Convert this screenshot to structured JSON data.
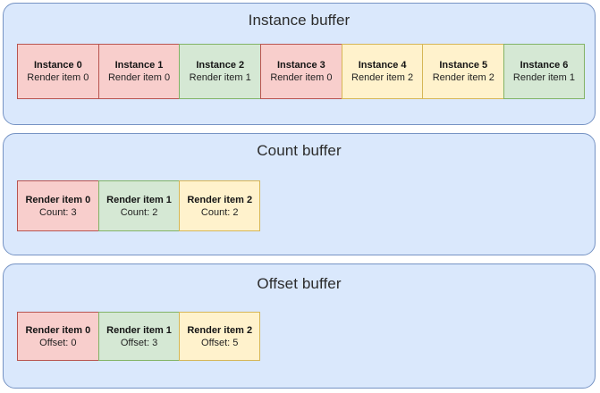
{
  "colors": {
    "panel_fill": "#dae8fc",
    "panel_border": "#7693c4",
    "pink_fill": "#f8cecc",
    "pink_border": "#b85450",
    "green_fill": "#d5e8d4",
    "green_border": "#82b366",
    "yellow_fill": "#fff2cc",
    "yellow_border": "#d6b656",
    "page_bg": "#ffffff",
    "title_text": "#2b2b2b"
  },
  "panels": [
    {
      "id": "instance-buffer",
      "title": "Instance buffer",
      "cells": [
        {
          "title": "Instance 0",
          "sub": "Render item 0",
          "color": "pink"
        },
        {
          "title": "Instance 1",
          "sub": "Render item 0",
          "color": "pink"
        },
        {
          "title": "Instance 2",
          "sub": "Render item 1",
          "color": "green"
        },
        {
          "title": "Instance 3",
          "sub": "Render item 0",
          "color": "pink"
        },
        {
          "title": "Instance 4",
          "sub": "Render item 2",
          "color": "yellow"
        },
        {
          "title": "Instance 5",
          "sub": "Render item 2",
          "color": "yellow"
        },
        {
          "title": "Instance 6",
          "sub": "Render item 1",
          "color": "green"
        }
      ]
    },
    {
      "id": "count-buffer",
      "title": "Count buffer",
      "cells": [
        {
          "title": "Render item 0",
          "sub": "Count: 3",
          "color": "pink"
        },
        {
          "title": "Render item 1",
          "sub": "Count: 2",
          "color": "green"
        },
        {
          "title": "Render item 2",
          "sub": "Count: 2",
          "color": "yellow"
        }
      ]
    },
    {
      "id": "offset-buffer",
      "title": "Offset buffer",
      "cells": [
        {
          "title": "Render item 0",
          "sub": "Offset: 0",
          "color": "pink"
        },
        {
          "title": "Render item 1",
          "sub": "Offset: 3",
          "color": "green"
        },
        {
          "title": "Render item 2",
          "sub": "Offset: 5",
          "color": "yellow"
        }
      ]
    }
  ]
}
